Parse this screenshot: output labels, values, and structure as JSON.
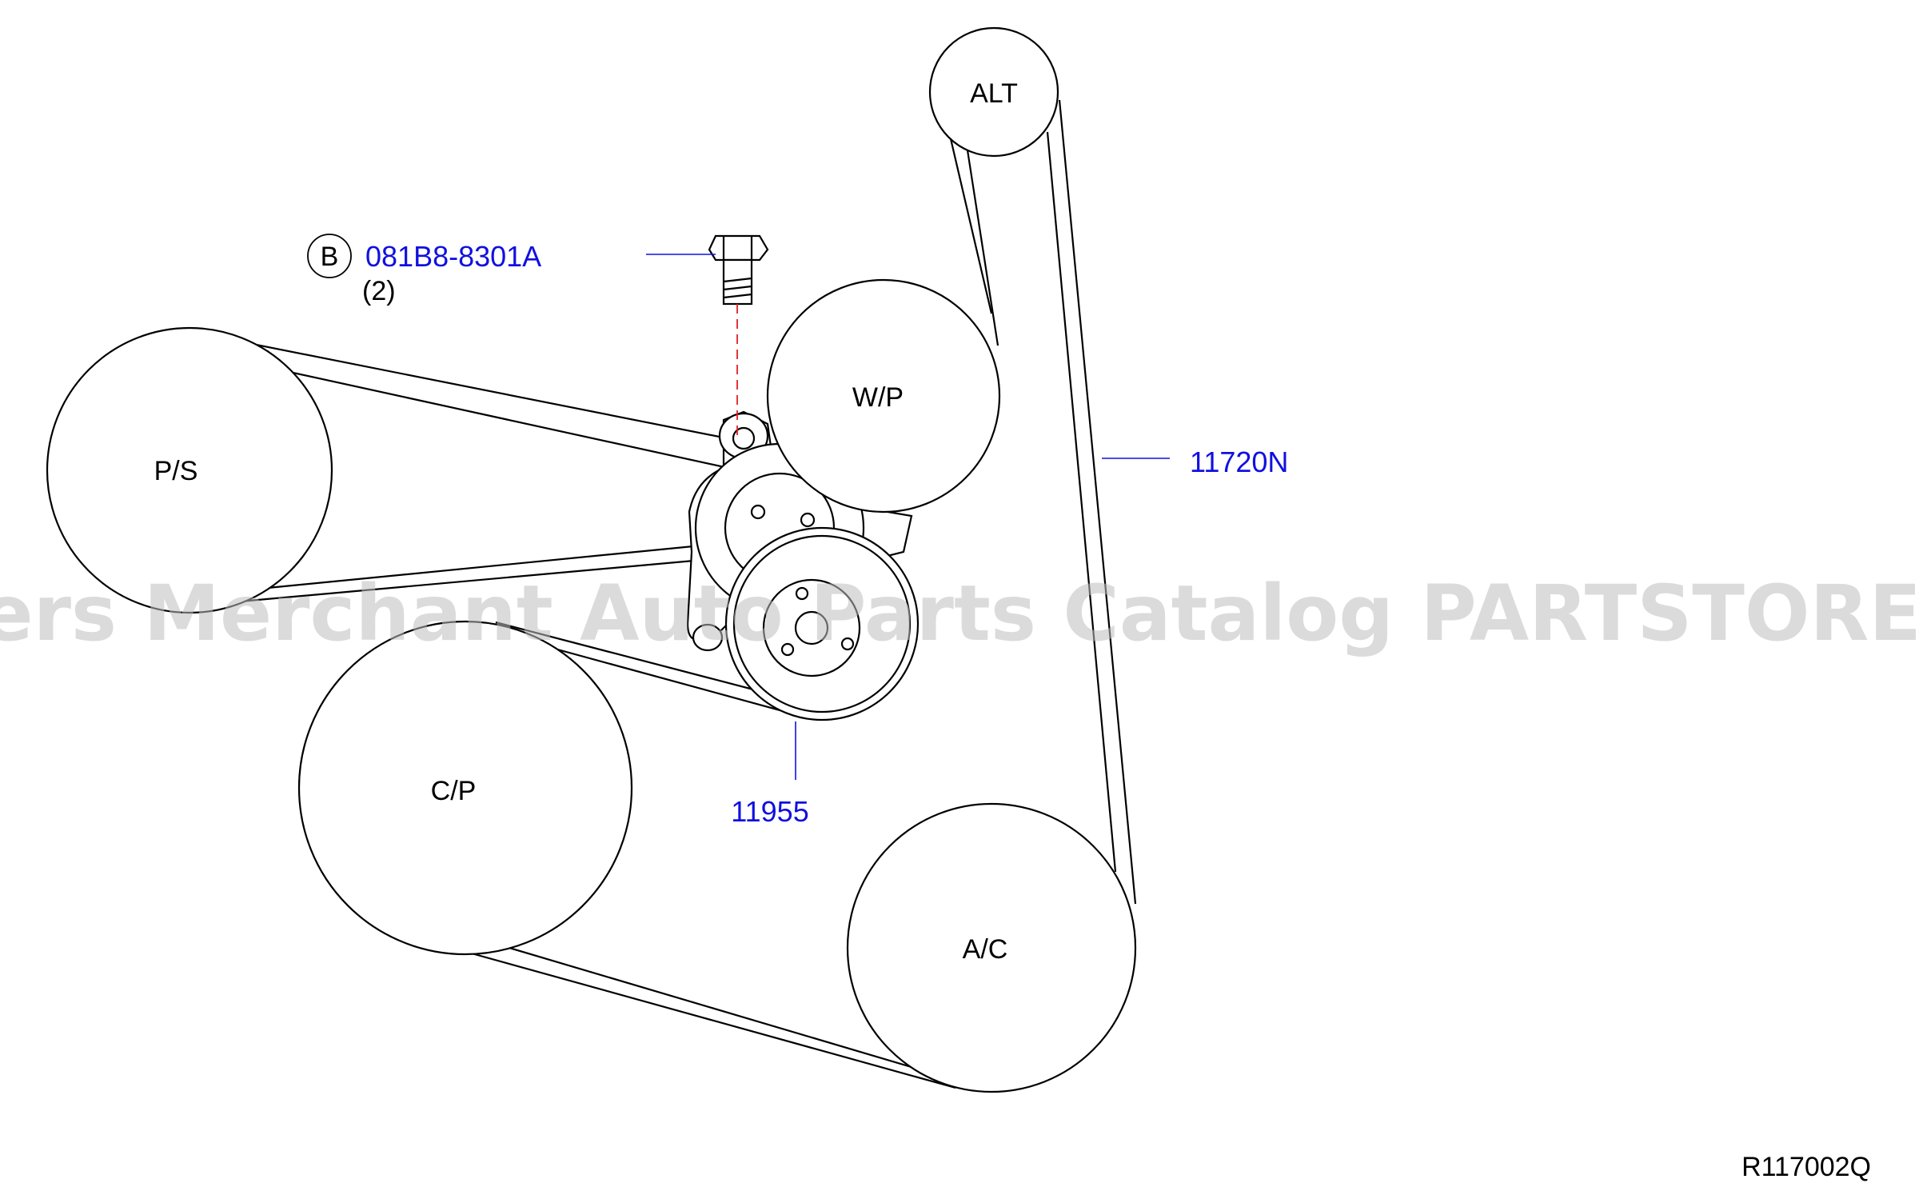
{
  "pulleys": {
    "alt": "ALT",
    "wp": "W/P",
    "ps": "P/S",
    "cp": "C/P",
    "ac": "A/C"
  },
  "callouts": {
    "bolt_marker": "B",
    "bolt_part": "081B8-8301A",
    "bolt_qty": "(2)",
    "belt_part": "11720N",
    "tensioner_part": "11955"
  },
  "reference_code": "R117002Q",
  "watermark": "Offers Merchant Auto Parts Catalog PARTSTORE.SA",
  "colors": {
    "part_number": "#1010e0",
    "line_art": "#000000",
    "watermark": "#bdbdbd"
  }
}
